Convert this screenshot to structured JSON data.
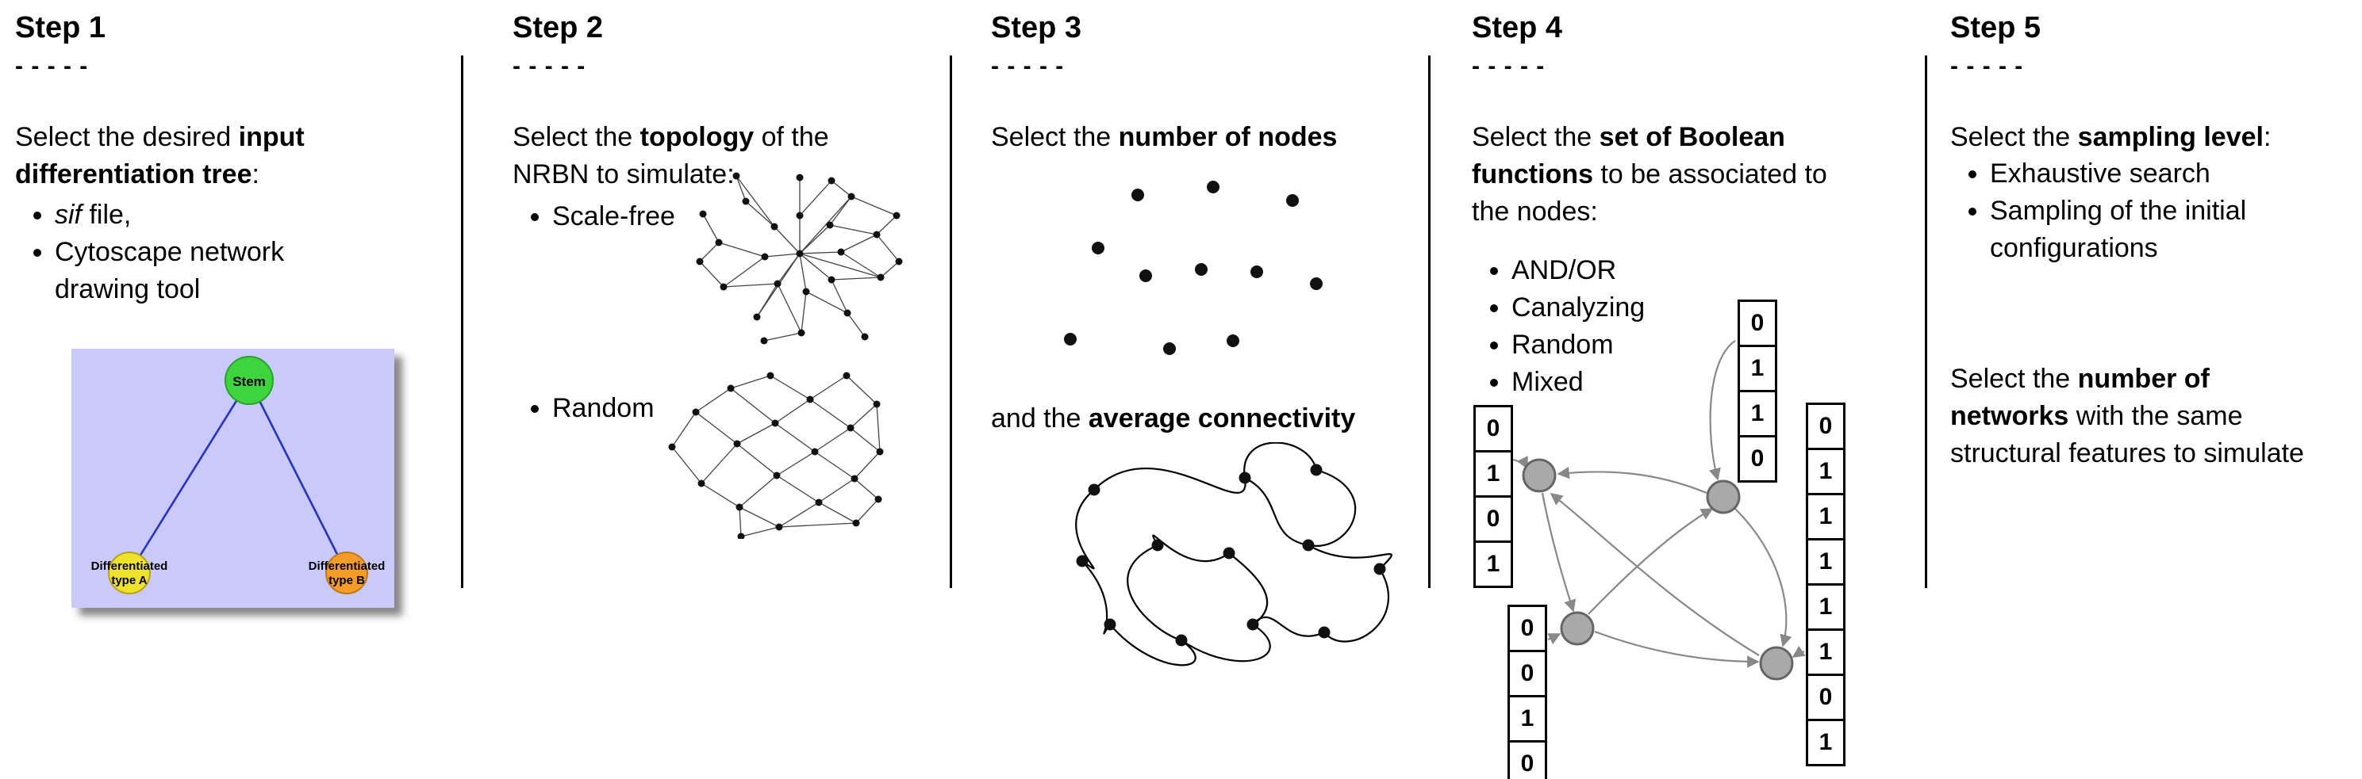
{
  "steps": [
    {
      "title": "Step 1",
      "dashes": "- - - - -"
    },
    {
      "title": "Step 2",
      "dashes": "- - - - -"
    },
    {
      "title": "Step 3",
      "dashes": "- - - - -"
    },
    {
      "title": "Step 4",
      "dashes": "- - - - -"
    },
    {
      "title": "Step 5",
      "dashes": "- - - - -"
    }
  ],
  "step1": {
    "intro": [
      {
        "t": "Select the desired "
      },
      {
        "t": "input differentiation tree",
        "b": true
      },
      {
        "t": ":"
      }
    ],
    "bullets": [
      [
        {
          "t": "sif",
          "i": true
        },
        {
          "t": " file,"
        }
      ],
      [
        {
          "t": "Cytoscape network drawing tool"
        }
      ]
    ],
    "tree": {
      "stem": "Stem",
      "type_a_line1": "Differentiated",
      "type_a_line2": "type A",
      "type_b_line1": "Differentiated",
      "type_b_line2": "type B"
    }
  },
  "step2": {
    "intro": [
      {
        "t": "Select the "
      },
      {
        "t": "topology",
        "b": true
      },
      {
        "t": " of the NRBN to simulate:"
      }
    ],
    "bullets": [
      "Scale-free",
      "Random"
    ]
  },
  "step3": {
    "line1": [
      {
        "t": "Select the "
      },
      {
        "t": "number of nodes",
        "b": true
      }
    ],
    "line2": [
      {
        "t": "and the "
      },
      {
        "t": "average connectivity",
        "b": true
      }
    ]
  },
  "step4": {
    "intro": [
      {
        "t": "Select the "
      },
      {
        "t": "set of Boolean functions",
        "b": true
      },
      {
        "t": " to be associated to the nodes:"
      }
    ],
    "bullets": [
      "AND/OR",
      "Canalyzing",
      "Random",
      "Mixed"
    ],
    "tables": {
      "left": [
        "0",
        "1",
        "0",
        "1"
      ],
      "top": [
        "0",
        "1",
        "1",
        "0"
      ],
      "bottom": [
        "0",
        "0",
        "1",
        "0"
      ],
      "right": [
        "0",
        "1",
        "1",
        "1",
        "1",
        "1",
        "0",
        "1"
      ]
    }
  },
  "step5": {
    "line1": [
      {
        "t": "Select the "
      },
      {
        "t": "sampling level",
        "b": true
      },
      {
        "t": ":"
      }
    ],
    "bullets": [
      "Exhaustive search",
      "Sampling of the initial configurations"
    ],
    "para2": [
      {
        "t": "Select the "
      },
      {
        "t": "number of networks",
        "b": true
      },
      {
        "t": " with the same structural features to simulate"
      }
    ]
  },
  "figure_colors": {
    "tree_bg": "#c9c9fb",
    "tree_edge": "#2233cc",
    "stem_green": "#3ed43e",
    "type_a_yellow": "#efe22b",
    "type_b_orange": "#f59c28",
    "boolean_node_gray": "#a9a9a9"
  }
}
